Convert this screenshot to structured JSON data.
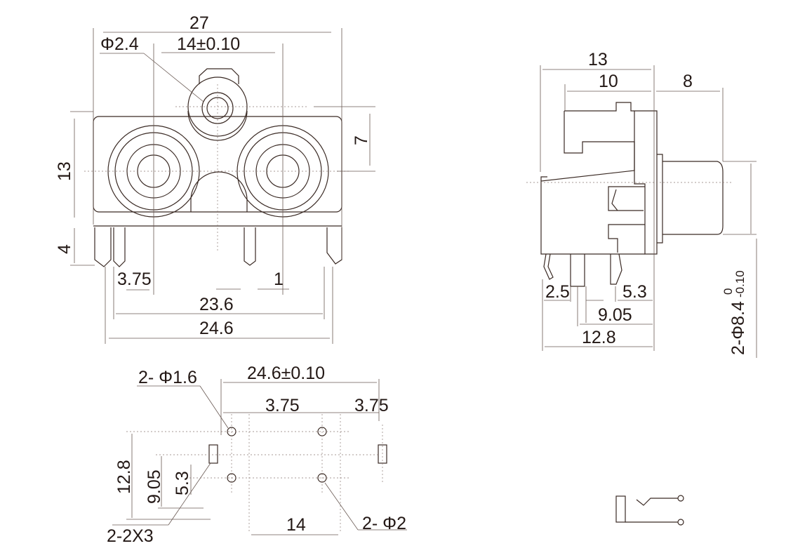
{
  "front_view": {
    "overall_width": "27",
    "post_diameter": "Φ2.4",
    "jack_pitch": "14±0.10",
    "body_height": "13",
    "post_offset": "7",
    "pin_length": "4",
    "pin_offset": "3.75",
    "pin_width": "1",
    "inner_pin_span": "23.6",
    "outer_pin_span": "24.6"
  },
  "side_view": {
    "overall_depth": "13",
    "body_depth": "10",
    "jack_length": "8",
    "pin_a": "2.5",
    "pin_b": "5.3",
    "pin_c": "9.05",
    "pin_d": "12.8",
    "jack_diameter": "2-Φ8.4",
    "tol_upper": "0",
    "tol_lower": "-0.10"
  },
  "footprint": {
    "small_holes": "2- Φ1.6",
    "span": "24.6±0.10",
    "offset_left": "3.75",
    "offset_right": "3.75",
    "dim_a": "12.8",
    "dim_b": "9.05",
    "dim_c": "5.3",
    "slots": "2-2X3",
    "hole_pitch": "14",
    "large_holes": "2- Φ2"
  }
}
